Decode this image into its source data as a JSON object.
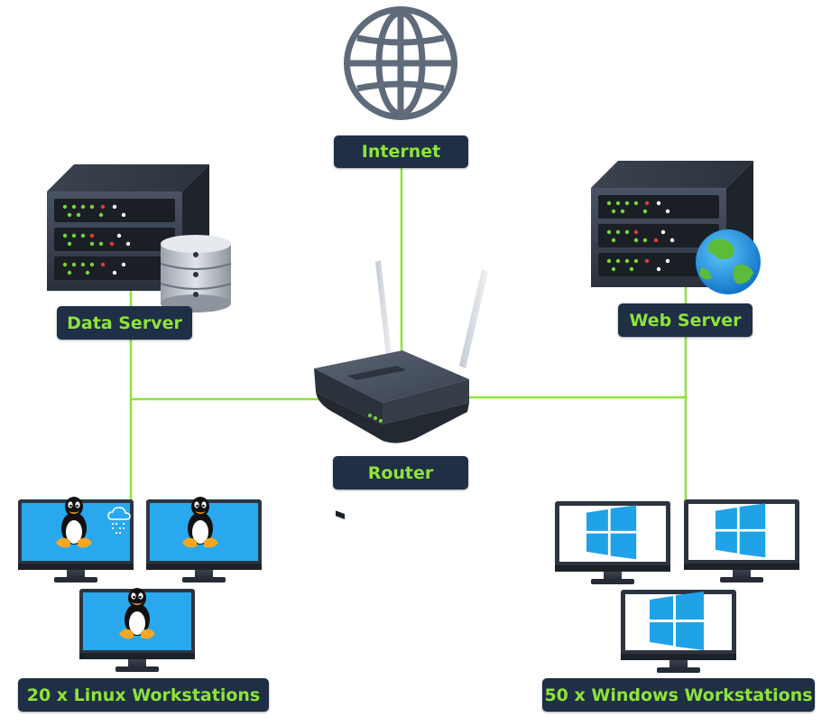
{
  "colors": {
    "link": "#8ee33a",
    "label_bg": "#1f2f45",
    "label_text": "#8ee33a",
    "screen_linux": "#29a8ee",
    "screen_windows": "#ffffff",
    "windows_logo": "#1fa2e8"
  },
  "nodes": {
    "internet": {
      "label": "Internet",
      "icon": "globe-icon"
    },
    "data_server": {
      "label": "Data Server",
      "icon": "server-database-icon"
    },
    "web_server": {
      "label": "Web Server",
      "icon": "server-globe-icon"
    },
    "router": {
      "label": "Router",
      "icon": "router-icon"
    },
    "linux": {
      "label": "20 x Linux Workstations",
      "icon": "linux-monitor-icon"
    },
    "windows": {
      "label": "50 x Windows Workstations",
      "icon": "windows-monitor-icon"
    }
  }
}
